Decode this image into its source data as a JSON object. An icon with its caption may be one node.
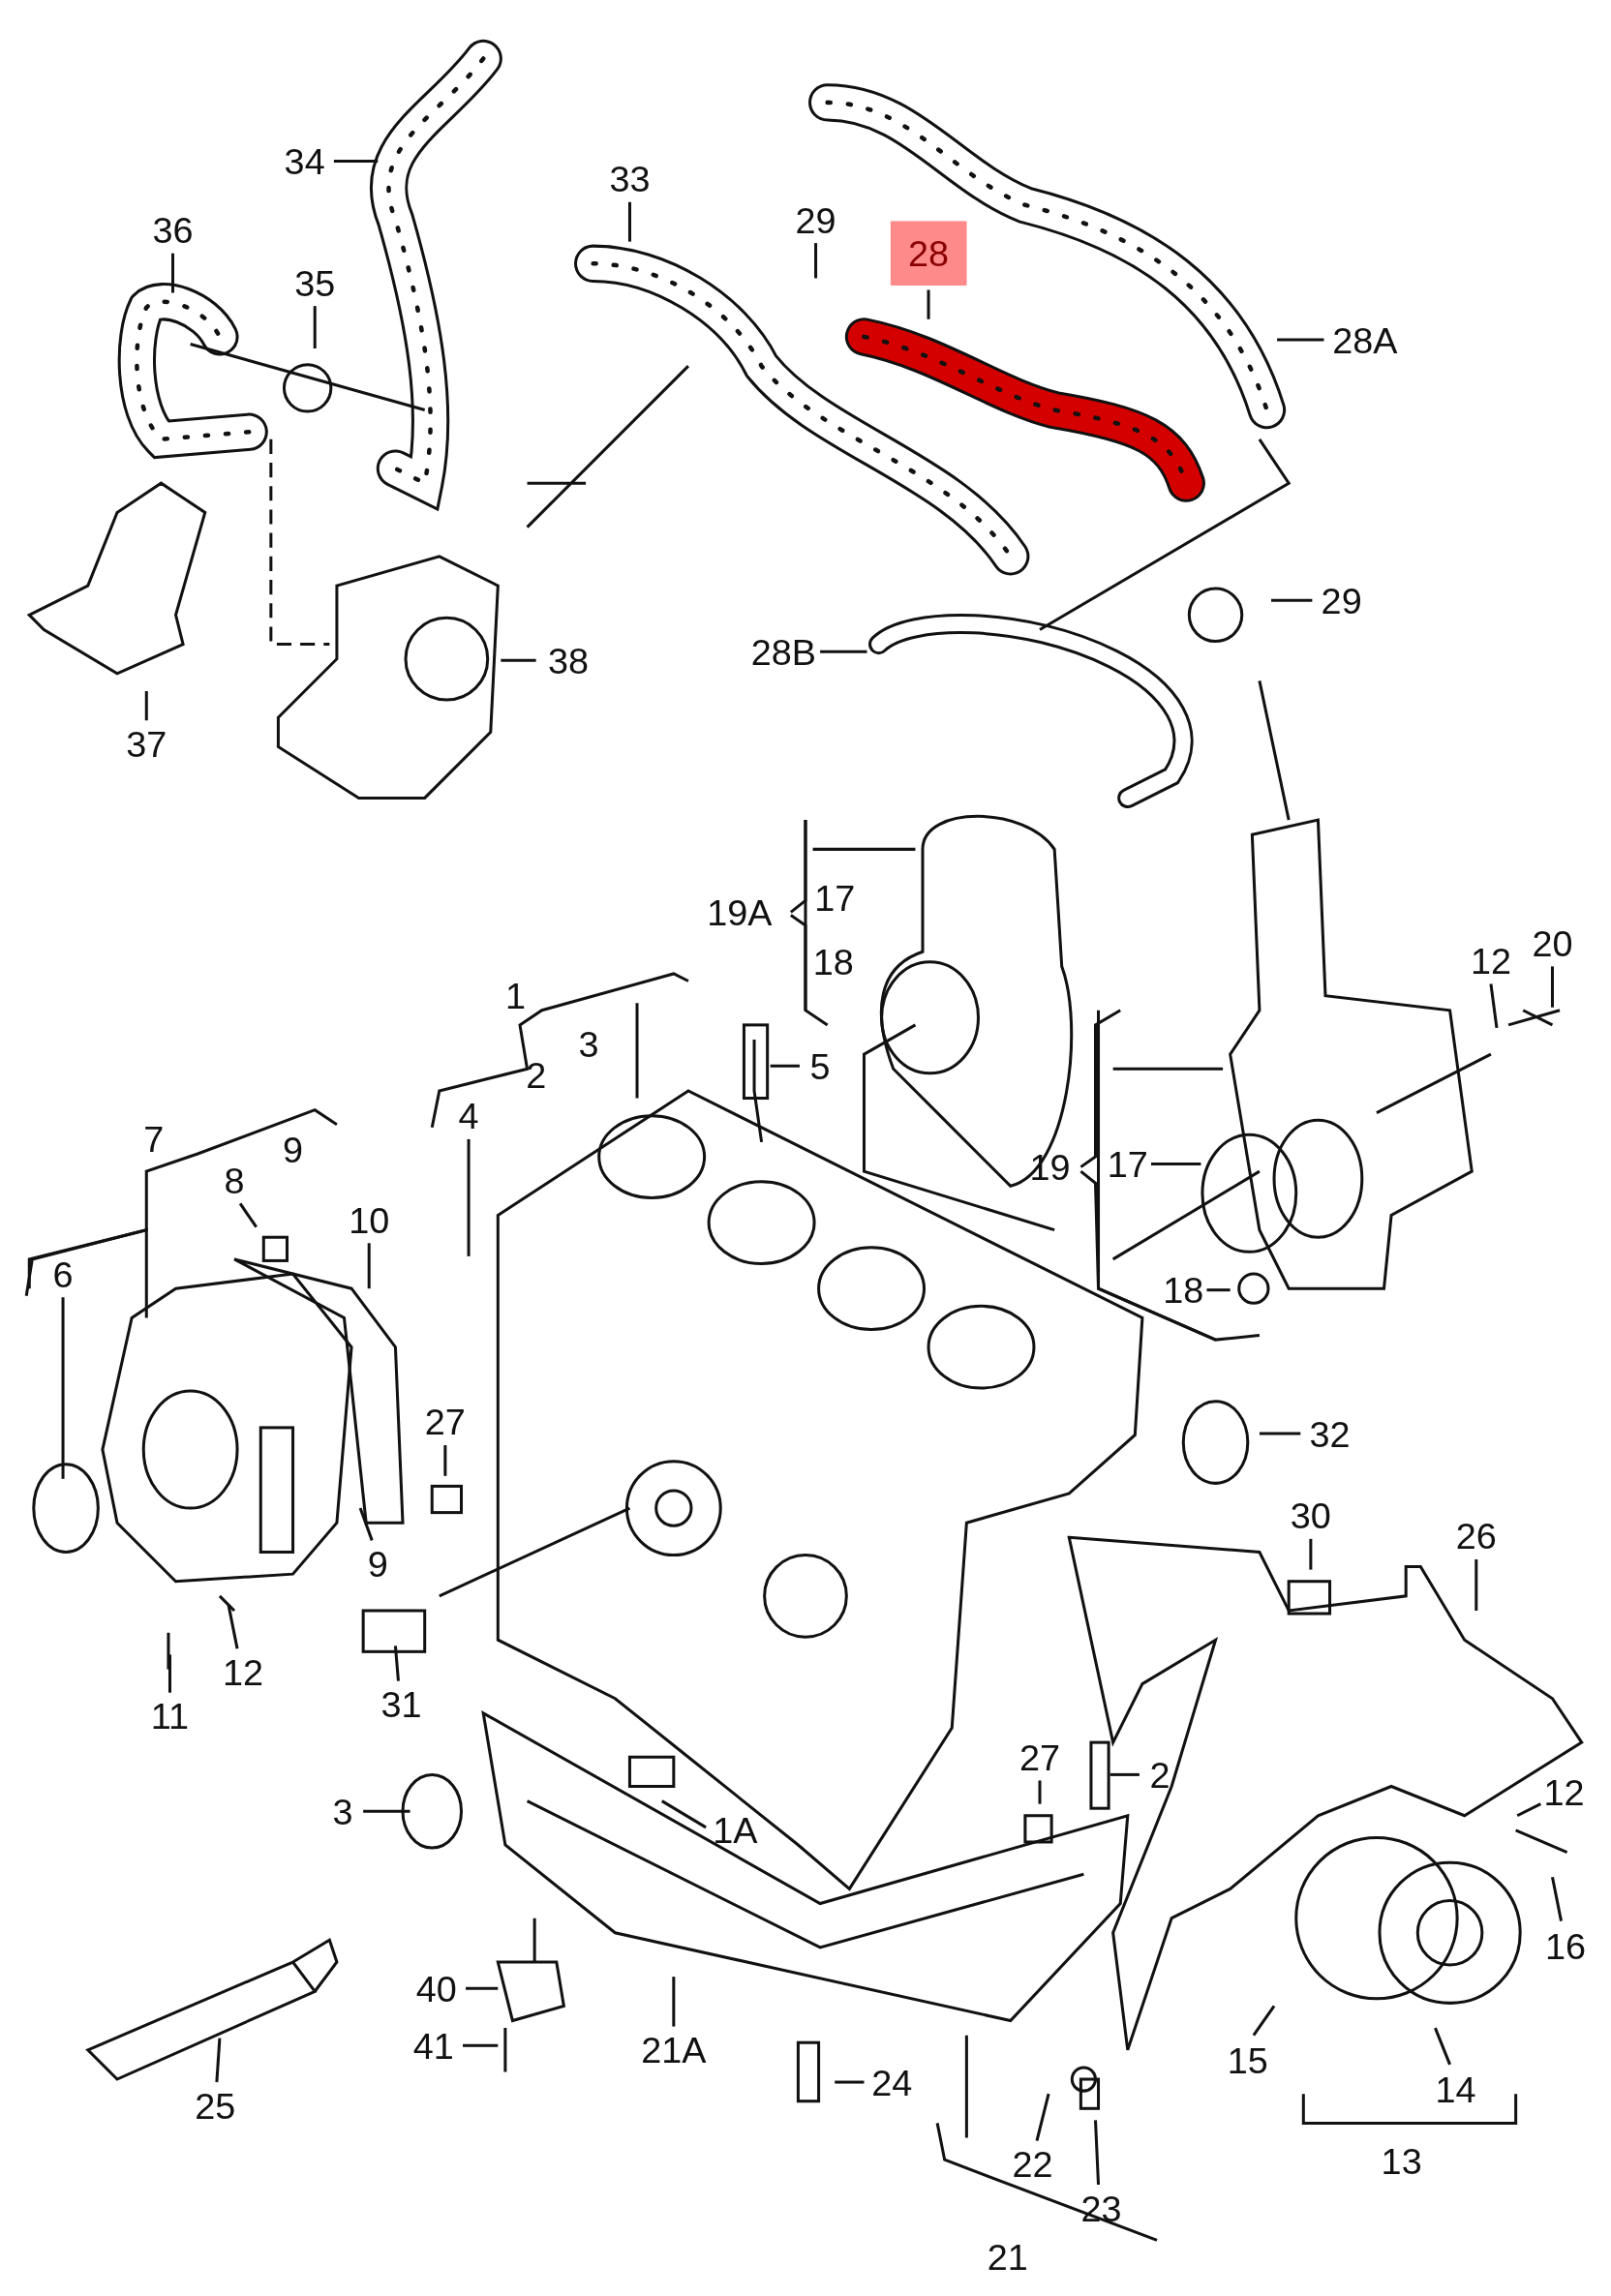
{
  "diagram": {
    "nodes": [
      {
        "text": [
          "34"
        ]
      },
      {
        "text": [
          "33"
        ]
      },
      {
        "text": [
          "29"
        ]
      },
      {
        "text": [
          "36"
        ]
      },
      {
        "text": [
          "28"
        ]
      },
      {
        "text": [
          "35"
        ]
      },
      {
        "text": [
          "28A"
        ]
      },
      {
        "text": [
          "29"
        ]
      },
      {
        "text": [
          "28B"
        ]
      },
      {
        "text": [
          "38"
        ]
      },
      {
        "text": [
          "37"
        ]
      },
      {
        "text": [
          "20"
        ]
      },
      {
        "text": [
          "12"
        ]
      },
      {
        "text": [
          "5"
        ]
      },
      {
        "text": [
          "4"
        ]
      },
      {
        "text": [
          "17"
        ]
      },
      {
        "text": [
          "8"
        ]
      },
      {
        "text": [
          "10"
        ]
      },
      {
        "text": [
          "6"
        ]
      },
      {
        "text": [
          "18"
        ]
      },
      {
        "text": [
          "27"
        ]
      },
      {
        "text": [
          "32"
        ]
      },
      {
        "text": [
          "30"
        ]
      },
      {
        "text": [
          "26"
        ]
      },
      {
        "text": [
          "9"
        ]
      },
      {
        "text": [
          "12"
        ]
      },
      {
        "text": [
          "31"
        ]
      },
      {
        "text": [
          "11"
        ]
      },
      {
        "text": [
          "27"
        ]
      },
      {
        "text": [
          "2"
        ]
      },
      {
        "text": [
          "12"
        ]
      },
      {
        "text": [
          "3"
        ]
      },
      {
        "text": [
          "1A"
        ]
      },
      {
        "text": [
          "16"
        ]
      },
      {
        "text": [
          "40"
        ]
      },
      {
        "text": [
          "41"
        ]
      },
      {
        "text": [
          "21A"
        ]
      },
      {
        "text": [
          "15"
        ]
      },
      {
        "text": [
          "24"
        ]
      },
      {
        "text": [
          "14"
        ]
      },
      {
        "text": [
          "25"
        ]
      },
      {
        "text": [
          "22"
        ]
      },
      {
        "text": [
          "23"
        ]
      }
    ],
    "edges": [
      {
        "from": 0,
        "to": null,
        "arrow": "none"
      },
      {
        "from": 1,
        "to": null,
        "arrow": "none"
      },
      {
        "from": 2,
        "to": null,
        "arrow": "none"
      },
      {
        "from": 3,
        "to": null,
        "arrow": "none"
      },
      {
        "from": 4,
        "to": null,
        "arrow": "none"
      },
      {
        "from": 5,
        "to": null,
        "arrow": "none"
      },
      {
        "from": 6,
        "to": null,
        "arrow": "none"
      },
      {
        "from": 7,
        "to": null,
        "arrow": "none"
      },
      {
        "from": 8,
        "to": null,
        "arrow": "none"
      },
      {
        "from": 9,
        "to": null,
        "arrow": "none"
      },
      {
        "from": 10,
        "to": null,
        "arrow": "none"
      },
      {
        "from": 11,
        "to": null,
        "arrow": "none"
      },
      {
        "from": 12,
        "to": null,
        "arrow": "none"
      },
      {
        "from": 13,
        "to": null,
        "arrow": "none"
      },
      {
        "from": 14,
        "to": null,
        "arrow": "none"
      },
      {
        "from": 15,
        "to": null,
        "arrow": "none"
      },
      {
        "from": 16,
        "to": null,
        "arrow": "none"
      },
      {
        "from": 17,
        "to": null,
        "arrow": "none"
      },
      {
        "from": 18,
        "to": null,
        "arrow": "none"
      },
      {
        "from": 19,
        "to": null,
        "arrow": "none"
      },
      {
        "from": 20,
        "to": null,
        "arrow": "none"
      },
      {
        "from": 21,
        "to": null,
        "arrow": "none"
      },
      {
        "from": 22,
        "to": null,
        "arrow": "none"
      },
      {
        "from": 23,
        "to": null,
        "arrow": "none"
      },
      {
        "from": 24,
        "to": null,
        "arrow": "none"
      },
      {
        "from": 25,
        "to": null,
        "arrow": "none"
      },
      {
        "from": 26,
        "to": null,
        "arrow": "none"
      },
      {
        "from": 27,
        "to": null,
        "arrow": "none"
      },
      {
        "from": 28,
        "to": null,
        "arrow": "none"
      },
      {
        "from": 29,
        "to": null,
        "arrow": "none"
      },
      {
        "from": 30,
        "to": null,
        "arrow": "none"
      },
      {
        "from": 31,
        "to": null,
        "arrow": "none"
      },
      {
        "from": 32,
        "to": null,
        "arrow": "none"
      },
      {
        "from": 33,
        "to": null,
        "arrow": "none"
      },
      {
        "from": 34,
        "to": null,
        "arrow": "none"
      },
      {
        "from": 35,
        "to": null,
        "arrow": "none"
      },
      {
        "from": 36,
        "to": null,
        "arrow": "none"
      },
      {
        "from": 37,
        "to": null,
        "arrow": "none"
      },
      {
        "from": 38,
        "to": null,
        "arrow": "none"
      },
      {
        "from": 39,
        "to": null,
        "arrow": "none"
      },
      {
        "from": 40,
        "to": null,
        "arrow": "none"
      },
      {
        "from": 41,
        "to": null,
        "arrow": "none"
      },
      {
        "from": 42,
        "to": null,
        "arrow": "none"
      }
    ],
    "labels": [
      "17",
      "19A",
      "18",
      "1",
      "3",
      "2",
      "7",
      "9",
      "19",
      "13",
      "21"
    ]
  }
}
